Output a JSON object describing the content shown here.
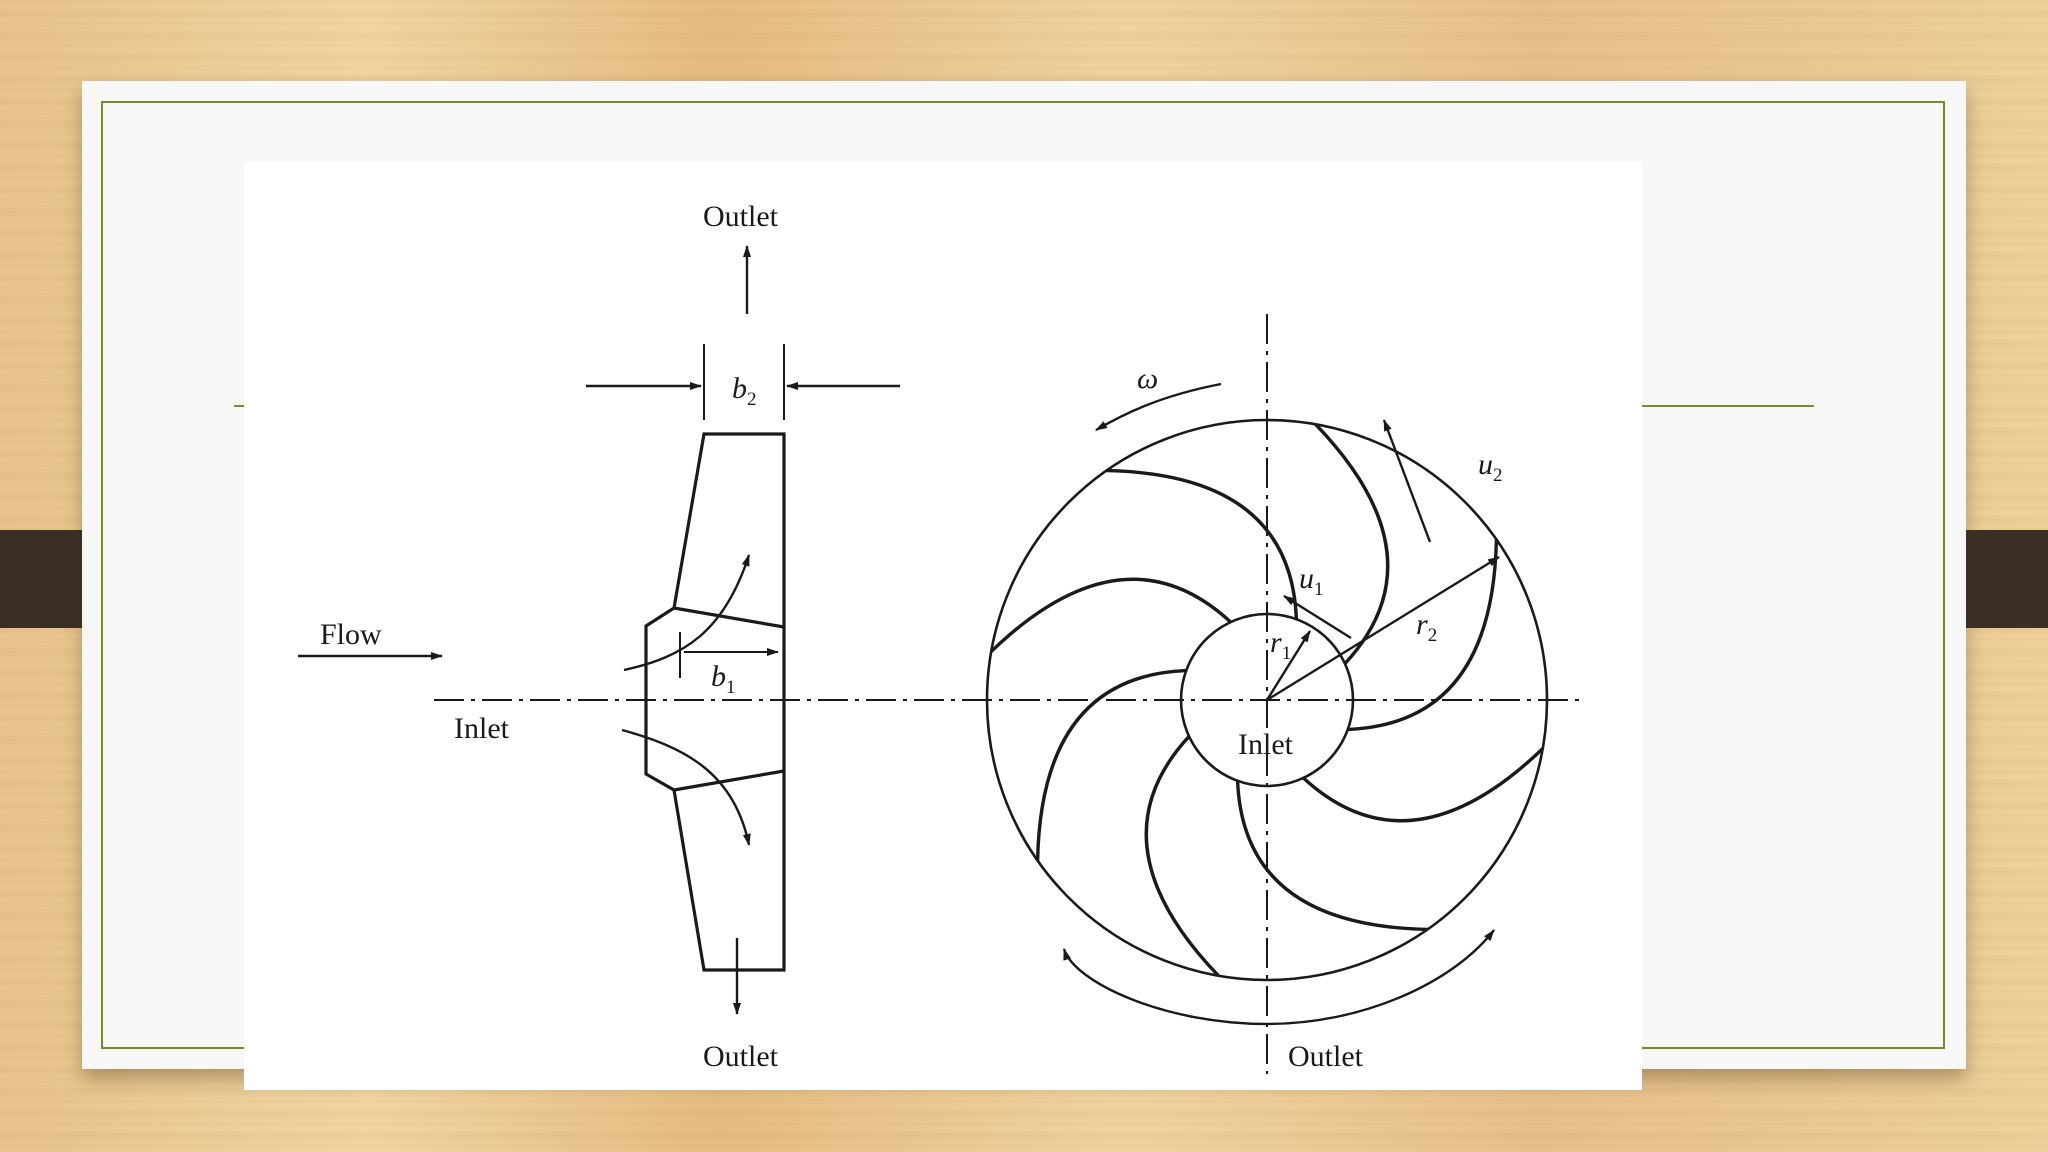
{
  "diagram": {
    "side_view": {
      "outlet_top": "Outlet",
      "outlet_bottom": "Outlet",
      "flow": "Flow",
      "inlet": "Inlet",
      "b2": {
        "sym": "b",
        "sub": "2"
      },
      "b1": {
        "sym": "b",
        "sub": "1"
      }
    },
    "front_view": {
      "omega": "ω",
      "u2": {
        "sym": "u",
        "sub": "2"
      },
      "u1": {
        "sym": "u",
        "sub": "1"
      },
      "r1": {
        "sym": "r",
        "sub": "1"
      },
      "r2": {
        "sym": "r",
        "sub": "2"
      },
      "inlet": "Inlet",
      "outlet": "Outlet"
    }
  },
  "colors": {
    "frame": "#7a8a2a",
    "tab": "#3b2f25",
    "ink": "#1a1a1a"
  }
}
